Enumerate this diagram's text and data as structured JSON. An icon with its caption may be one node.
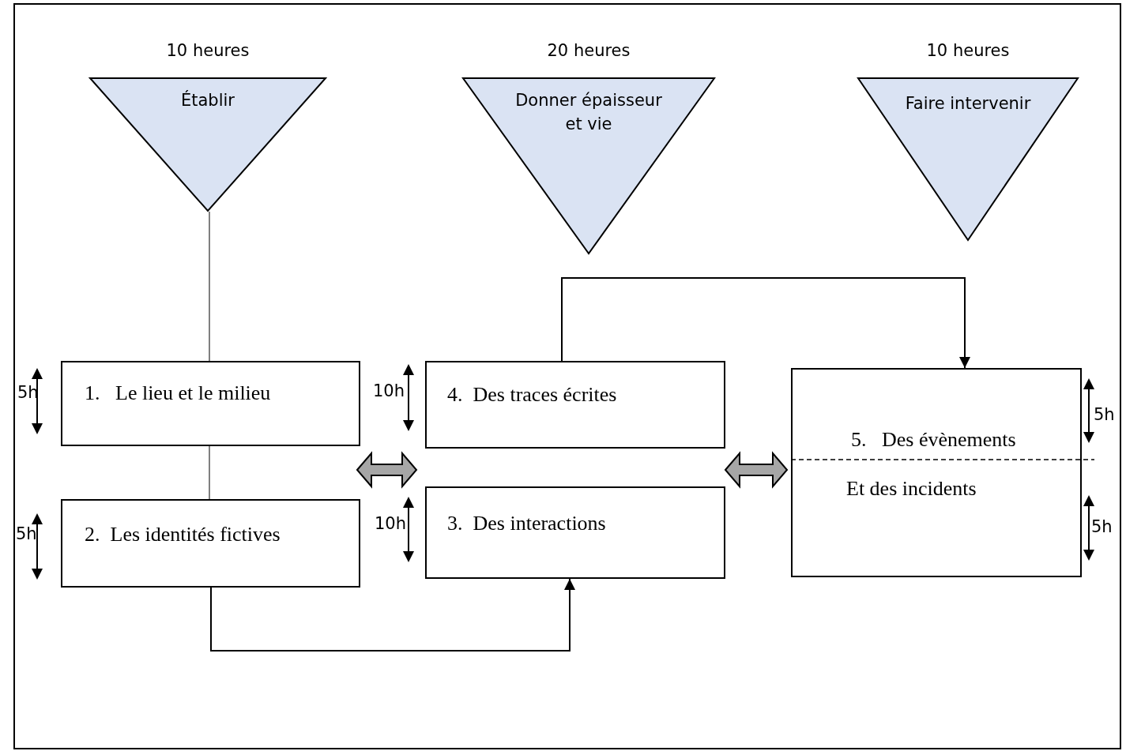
{
  "diagram": {
    "nodes": [
      {
        "text": [
          "Établir"
        ],
        "beside": [
          "10 heures"
        ]
      },
      {
        "text": [
          "Donner épaisseur et vie"
        ],
        "beside": [
          "20 heures"
        ]
      },
      {
        "text": [
          "Faire intervenir"
        ],
        "beside": [
          "10 heures"
        ]
      },
      {
        "text": [
          "1.   Le lieu et le milieu"
        ]
      },
      {
        "text": [
          "2.  Les identités fictives"
        ]
      },
      {
        "text": [
          "4.  Des traces écrites"
        ]
      },
      {
        "text": [
          "3.  Des interactions"
        ]
      },
      {
        "text": [
          "5.   Des évènements",
          "Et des incidents"
        ]
      }
    ],
    "edges": [
      {
        "from": 0,
        "to": 3,
        "arrow": "none"
      },
      {
        "from": 3,
        "to": 4,
        "arrow": "none"
      },
      {
        "from": 5,
        "to": 7,
        "arrow": "to"
      },
      {
        "from": 4,
        "to": 6,
        "arrow": "to"
      },
      {
        "from": 3,
        "to": 5,
        "arrow": "both",
        "style": "thick",
        "color": "#a6a6a6"
      },
      {
        "from": 5,
        "to": 7,
        "arrow": "both",
        "style": "thick",
        "color": "#a6a6a6"
      }
    ],
    "labels": [
      "5h",
      "10h",
      "5h",
      "5h",
      "10h",
      "5h"
    ]
  }
}
